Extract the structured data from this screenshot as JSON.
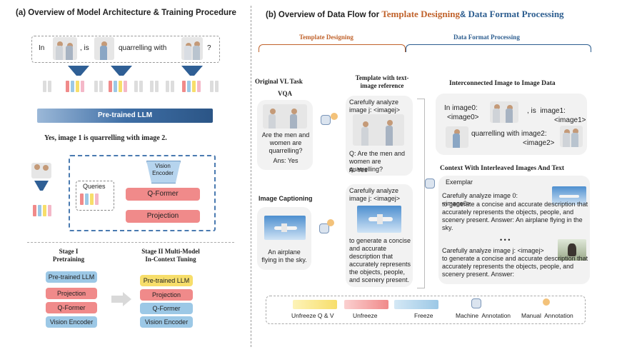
{
  "left": {
    "title": "(a) Overview of Model Architecture & Training Procedure",
    "query": {
      "w1": "In",
      "w2": ", is",
      "w3": "quarrelling with",
      "w4": "?"
    },
    "llm_bar": "Pre-trained LLM",
    "answer": "Yes, image 1 is quarrelling with image 2.",
    "vision_encoder": "Vision Encoder",
    "queries": "Queries",
    "qformer": "Q-Former",
    "projection": "Projection",
    "stage1_title": "Stage I Pretraining",
    "stage2_title": "Stage II Multi-Model In-Context Tuning",
    "stage_blocks": [
      "Pre-trained LLM",
      "Projection",
      "Q-Former",
      "Vision Encoder"
    ]
  },
  "right": {
    "title_prefix": "(b) Overview of Data Flow for ",
    "title_template": "Template Designing",
    "title_amp": "& ",
    "title_format": "Data Format Processing",
    "brace_template": "Template Designing",
    "brace_format": "Data Format Processing",
    "original_task": "Original VL Task",
    "template_header": "Template with text-image reference",
    "vqa": "VQA",
    "vqa_question": "Are the men and women are quarrelling?",
    "vqa_ans": "Ans: Yes",
    "tpl1_top": "Carefully analyze image j: <imagej>",
    "tpl1_q": "Q: Are the men and women are quarrelling?",
    "tpl1_a": "A: Yes",
    "captioning": "Image Captioning",
    "caption_text": "An airplane flying in the sky.",
    "tpl2_top": "Carefully analyze image j: <imagej>",
    "tpl2_body": "to generate a concise and accurate description that accurately represents the objects, people, and scenery present.",
    "interconnected_title": "Interconnected Image to Image Data",
    "ic_in": "In image0:",
    "ic_tag0": "<image0>",
    "ic_is": ", is  image1:",
    "ic_tag1": "<image1>",
    "ic_q": "quarrelling with image2:",
    "ic_tag2": "<image2>",
    "context_title": "Context With Interleaved Images And Text",
    "exemplar": "Exemplar",
    "ex1_top": "Carefully analyze image 0: <image0>",
    "ex1_body": "to generate a concise and accurate description that accurately represents the objects, people, and scenery present.  Answer: An airplane flying in the sky.",
    "dots": "• • •",
    "ex2_top": "Carefully analyze image j: <imagej>",
    "ex2_body": "to generate a concise and accurate description that accurately represents the objects, people, and scenery present.  Answer:"
  },
  "legend": {
    "unfreeze_qv": "Unfreeze Q & V",
    "unfreeze": "Unfreeze",
    "freeze": "Freeze",
    "machine": "Machine  Annotation",
    "manual": "Manual  Annotation"
  },
  "colors": {
    "orange_title": "#c0622b",
    "blue_title": "#2c5d8f",
    "llm_blue": "#4e7fb8",
    "red_block": "#f08a8a",
    "blue_block": "#9cc8e6",
    "yellow_block": "#f7de6b",
    "dashed_blue": "#4a7ab0"
  }
}
